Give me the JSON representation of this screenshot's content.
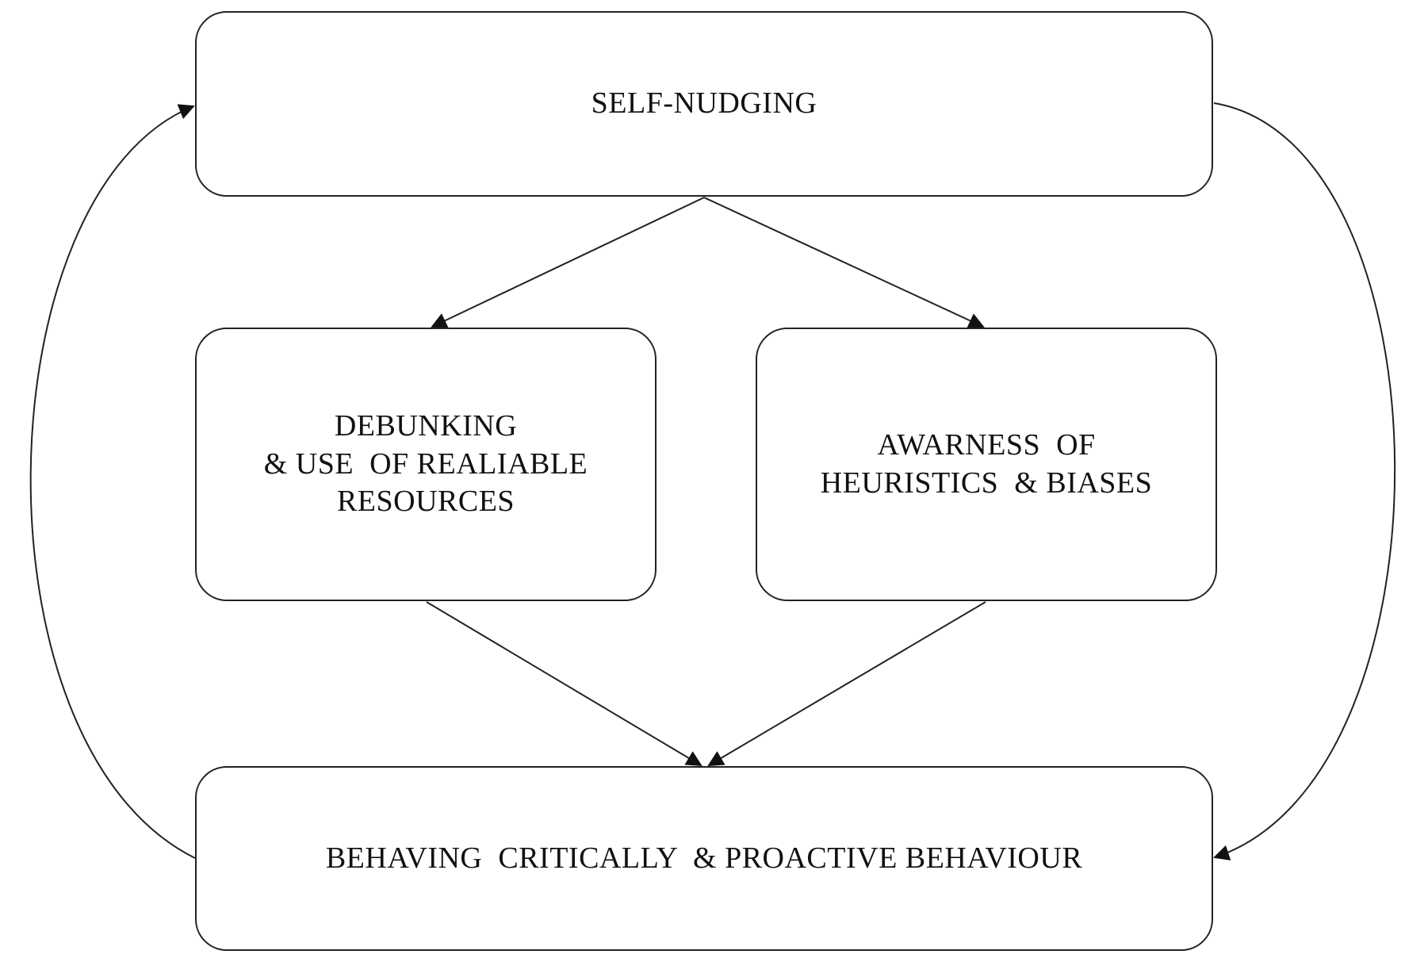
{
  "nodes": {
    "top": {
      "lines": [
        "SELF-NUDGING"
      ]
    },
    "left": {
      "lines": [
        "DEBUNKING",
        "& USE  OF REALIABLE",
        "RESOURCES"
      ]
    },
    "right": {
      "lines": [
        "AWARNESS  OF",
        "HEURISTICS  & BIASES"
      ]
    },
    "bottom": {
      "lines": [
        "BEHAVING  CRITICALLY  & PROACTIVE BEHAVIOUR"
      ]
    }
  },
  "edges": [
    {
      "from": "top",
      "to": "left"
    },
    {
      "from": "top",
      "to": "right"
    },
    {
      "from": "left",
      "to": "bottom"
    },
    {
      "from": "right",
      "to": "bottom"
    },
    {
      "from": "bottom",
      "to": "top"
    },
    {
      "from": "top",
      "to": "bottom"
    }
  ],
  "colors": {
    "stroke": "#222222",
    "background": "#ffffff"
  }
}
